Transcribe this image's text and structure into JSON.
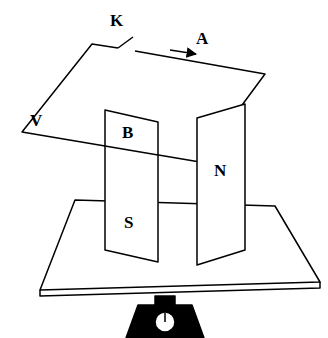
{
  "diagram": {
    "labels": [
      "K",
      "A",
      "V",
      "B",
      "S",
      "N"
    ]
  }
}
